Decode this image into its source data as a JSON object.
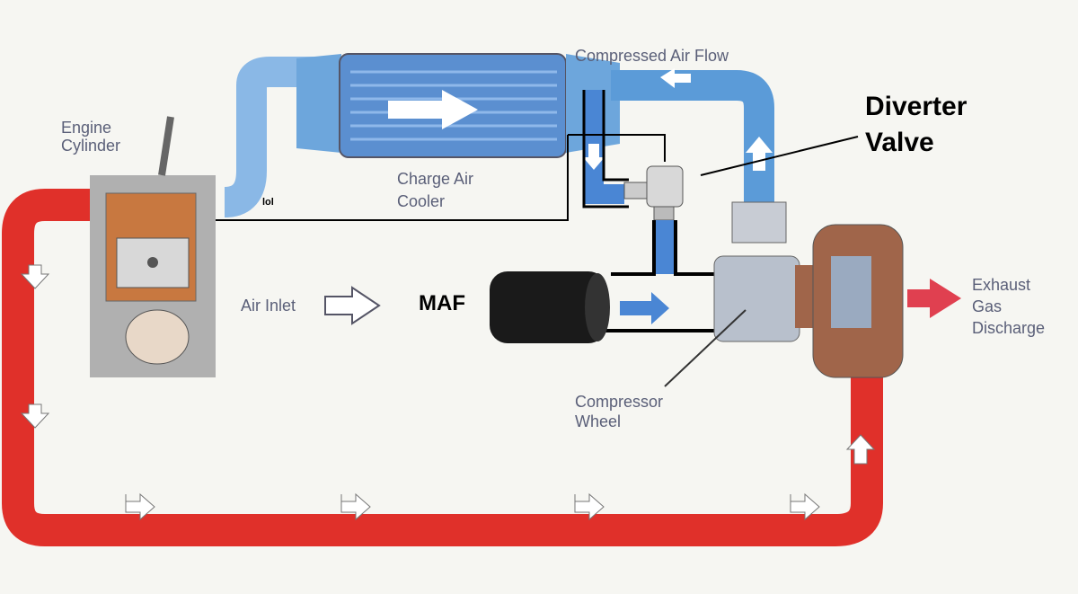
{
  "labels": {
    "engine_cylinder": [
      "Engine",
      "Cylinder"
    ],
    "lol": "lol",
    "charge_air_cooler": [
      "Charge Air",
      "Cooler"
    ],
    "compressed_air_flow": "Compressed Air Flow",
    "diverter_valve": [
      "Diverter",
      "Valve"
    ],
    "air_inlet": "Air Inlet",
    "maf": "MAF",
    "compressor_wheel": [
      "Compressor",
      "Wheel"
    ],
    "exhaust_gas_discharge": [
      "Exhaust",
      "Gas",
      "Discharge"
    ]
  },
  "colors": {
    "intake_air": "#5b9bd8",
    "exhaust": "#e0302a",
    "turbine": "#a0654a",
    "compressor": "#b8c0cc"
  }
}
